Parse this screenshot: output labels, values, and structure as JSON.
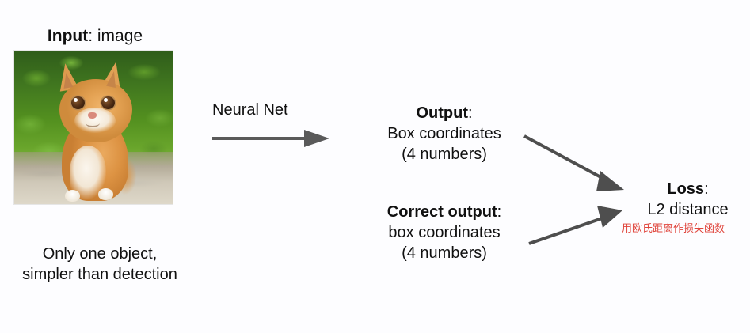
{
  "figure": {
    "title_unrendered": "",
    "background_color": "#fdfdff",
    "arrow_color": "#5a5a5a",
    "annotation_color": "#e0453c"
  },
  "input": {
    "label_bold": "Input",
    "label_rest": ": image",
    "image_alt": "ginger kitten sitting on stone path with green grass background",
    "caption_line1": "Only one object,",
    "caption_line2": "simpler than detection"
  },
  "neural_net": {
    "label": "Neural Net"
  },
  "output": {
    "label_bold": "Output",
    "label_rest": ":",
    "line2": "Box coordinates",
    "line3": "(4 numbers)"
  },
  "correct_output": {
    "label_bold": "Correct output",
    "label_rest": ":",
    "line2": "box coordinates",
    "line3": "(4 numbers)"
  },
  "loss": {
    "label_bold": "Loss",
    "label_rest": ":",
    "line2": "L2 distance",
    "annotation_cn": "用欧氏距离作损失函数"
  },
  "icons": {
    "arrow_right": "arrow-right-icon",
    "arrow_down_right": "arrow-down-right-icon",
    "arrow_up_right": "arrow-up-right-icon"
  }
}
